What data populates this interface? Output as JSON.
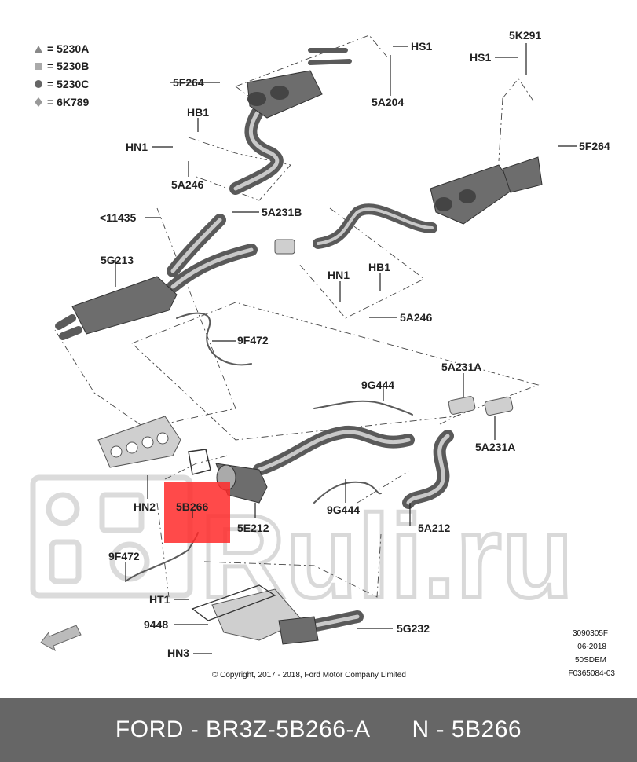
{
  "legend": {
    "items": [
      {
        "symbol": "triangle",
        "code": "5230A"
      },
      {
        "symbol": "square",
        "code": "5230B"
      },
      {
        "symbol": "circle",
        "code": "5230C"
      },
      {
        "symbol": "diamond",
        "code": "6K789"
      }
    ],
    "prefix": "= "
  },
  "labels": {
    "hs1_top": "HS1",
    "a5a204": "5A204",
    "k5k291": "5K291",
    "hs1_right": "HS1",
    "f5f264_left": "5F264",
    "f5f264_right": "5F264",
    "hb1_top": "HB1",
    "hn1_top": "HN1",
    "a5a246_top": "5A246",
    "s11435": "<11435",
    "a5a231b": "5A231B",
    "g5g213": "5G213",
    "hn1_mid": "HN1",
    "hb1_mid": "HB1",
    "a5a246_mid": "5A246",
    "f9f472_top": "9F472",
    "g9g444_top": "9G444",
    "a5a231a_top": "5A231A",
    "a5a231a_bottom": "5A231A",
    "hn2": "HN2",
    "b5b266": "5B266",
    "e5e212": "5E212",
    "g9g444_bottom": "9G444",
    "a5a212": "5A212",
    "f9f472_bottom": "9F472",
    "ht1": "HT1",
    "n9448": "9448",
    "g5g232": "5G232",
    "hn3": "HN3"
  },
  "info": {
    "line1": "3090305F",
    "line2": "06-2018",
    "line3": "50SDEM",
    "line4": "F0365084-03"
  },
  "copyright": "© Copyright, 2017 - 2018, Ford Motor Company Limited",
  "watermark": "Ruli.ru",
  "footer": {
    "left": "FORD - BR3Z-5B266-A",
    "right": "N - 5B266"
  },
  "colors": {
    "highlight": "#ff2a2a",
    "footer_bg": "#666666",
    "watermark": "#d5d5d5"
  },
  "icons": [
    "direction-arrow-icon",
    "watermark-logo-icon"
  ]
}
